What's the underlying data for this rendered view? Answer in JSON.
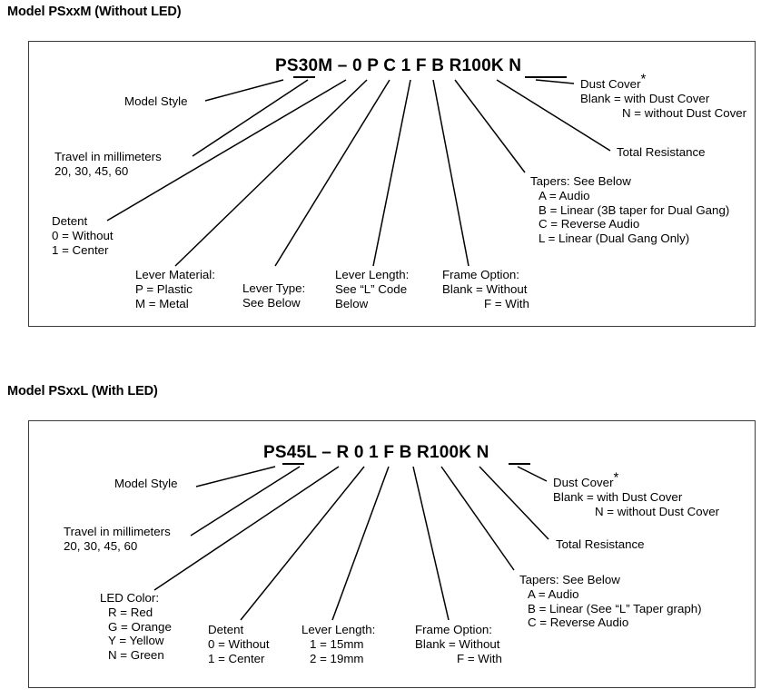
{
  "sections": [
    {
      "title": "Model PSxxM (Without LED)",
      "part_number": "PS30M – 0 P C 1 F B R100K N",
      "callouts": {
        "model_style": "Model Style",
        "travel_title": "Travel in millimeters",
        "travel_values": "20, 30, 45, 60",
        "detent_title": "Detent",
        "detent_opt1": "0 = Without",
        "detent_opt2": "1 = Center",
        "lever_material_title": "Lever Material:",
        "lever_material_opt1": "P = Plastic",
        "lever_material_opt2": "M = Metal",
        "lever_type_title": "Lever Type:",
        "lever_type_opt1": "See Below",
        "lever_length_title": "Lever Length:",
        "lever_length_opt1": "See “L” Code",
        "lever_length_opt2": "Below",
        "frame_option_title": "Frame Option:",
        "frame_option_opt1": "Blank = Without",
        "frame_option_opt2": "F = With",
        "tapers_title": "Tapers: See Below",
        "tapers_opt1": "A = Audio",
        "tapers_opt2": "B = Linear (3B taper for Dual Gang)",
        "tapers_opt3": "C = Reverse Audio",
        "tapers_opt4": "L = Linear (Dual Gang Only)",
        "total_resistance": "Total Resistance",
        "dust_cover_title": "Dust Cover",
        "dust_cover_asterisk": "*",
        "dust_cover_opt1": "Blank = with Dust Cover",
        "dust_cover_opt2": "N = without Dust Cover"
      }
    },
    {
      "title": "Model PSxxL (With LED)",
      "part_number": "PS45L – R 0 1 F B R100K N",
      "callouts": {
        "model_style": "Model Style",
        "travel_title": "Travel in millimeters",
        "travel_values": "20, 30, 45, 60",
        "led_color_title": "LED Color:",
        "led_color_opt1": "R = Red",
        "led_color_opt2": "G = Orange",
        "led_color_opt3": "Y = Yellow",
        "led_color_opt4": "N = Green",
        "detent_title": "Detent",
        "detent_opt1": "0 = Without",
        "detent_opt2": "1 = Center",
        "lever_length_title": "Lever Length:",
        "lever_length_opt1": "1 = 15mm",
        "lever_length_opt2": "2 = 19mm",
        "frame_option_title": "Frame Option:",
        "frame_option_opt1": "Blank = Without",
        "frame_option_opt2": "F = With",
        "tapers_title": "Tapers: See Below",
        "tapers_opt1": "A = Audio",
        "tapers_opt2": "B = Linear (See “L” Taper graph)",
        "tapers_opt3": "C = Reverse Audio",
        "total_resistance": "Total Resistance",
        "dust_cover_title": "Dust Cover",
        "dust_cover_asterisk": "*",
        "dust_cover_opt1": "Blank = with Dust Cover",
        "dust_cover_opt2": "N = without Dust Cover"
      }
    }
  ],
  "colors": {
    "text": "#000000",
    "box_border": "#3a3a3a",
    "leader_line": "#000000",
    "background": "#ffffff"
  }
}
